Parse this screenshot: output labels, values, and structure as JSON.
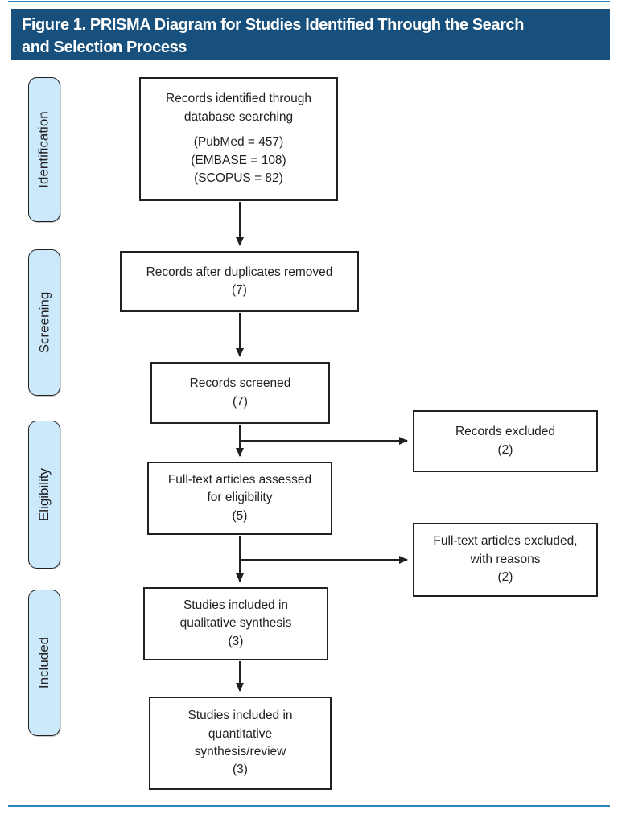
{
  "colors": {
    "header_bg": "#17507c",
    "header_text": "#ffffff",
    "stage_fill": "#cbe9fa",
    "stage_border": "#1a1a1a",
    "box_border": "#231f20",
    "text": "#231f20",
    "rule_blue": "#2e86c1"
  },
  "header": {
    "title_lines": [
      "Figure 1. PRISMA Diagram for Studies Identified Through the Search",
      "and Selection Process"
    ]
  },
  "stages": [
    {
      "label": "Identification"
    },
    {
      "label": "Screening"
    },
    {
      "label": "Eligibility"
    },
    {
      "label": "Included"
    }
  ],
  "flow_boxes": [
    {
      "name": "records-identified",
      "lines": [
        "Records identified through",
        "database searching"
      ],
      "sources": [
        "(PubMed = 457)",
        "(EMBASE = 108)",
        "(SCOPUS = 82)"
      ]
    },
    {
      "name": "duplicates-removed",
      "lines": [
        "Records after duplicates removed"
      ],
      "count": "(7)"
    },
    {
      "name": "records-screened",
      "lines": [
        "Records screened"
      ],
      "count": "(7)"
    },
    {
      "name": "records-excluded",
      "lines": [
        "Records excluded"
      ],
      "count": "(2)"
    },
    {
      "name": "fulltext-assessed",
      "lines": [
        "Full-text articles assessed",
        "for eligibility"
      ],
      "count": "(5)"
    },
    {
      "name": "fulltext-excluded",
      "lines": [
        "Full-text articles excluded,",
        "with reasons"
      ],
      "count": "(2)"
    },
    {
      "name": "qualitative-synthesis",
      "lines": [
        "Studies included in",
        "qualitative synthesis"
      ],
      "count": "(3)"
    },
    {
      "name": "quantitative-synthesis",
      "lines": [
        "Studies included in",
        "quantitative",
        "synthesis/review"
      ],
      "count": "(3)"
    }
  ]
}
